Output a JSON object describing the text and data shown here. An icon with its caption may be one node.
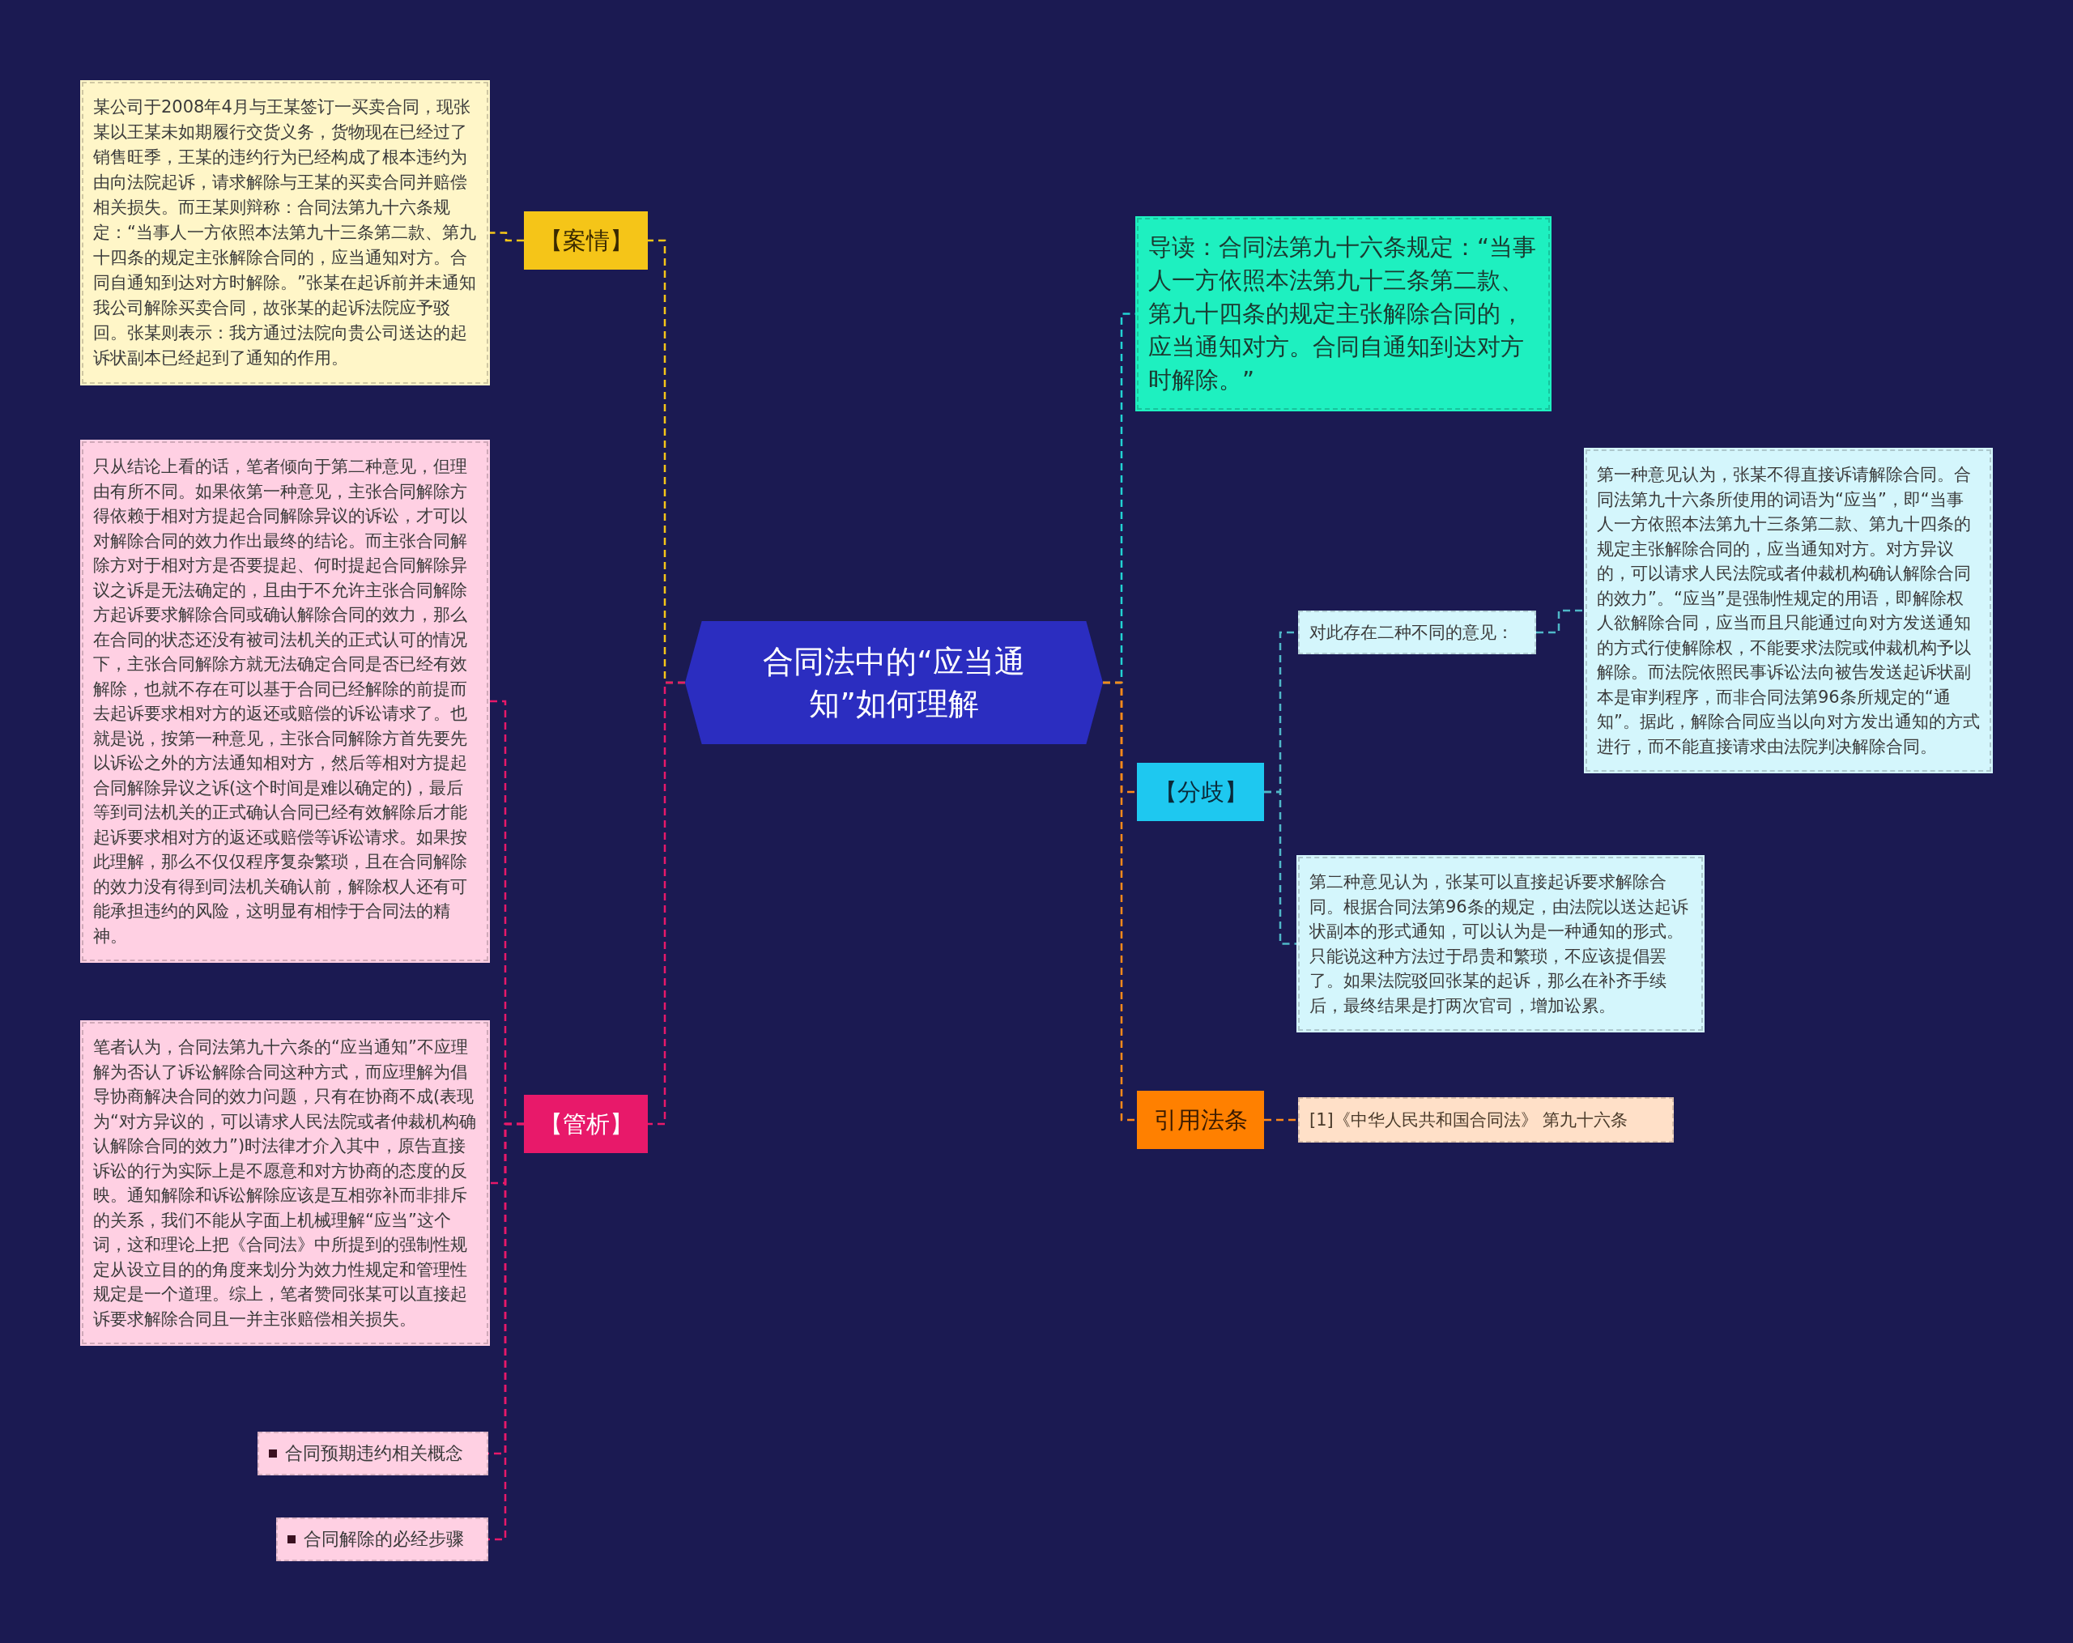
{
  "diagram": {
    "nodes": [
      {
        "text": [
          "合同法中的“应当通知”如何理解"
        ]
      },
      {
        "text": [
          "【案情】"
        ]
      },
      {
        "text": [
          "某公司于2008年4月与王某签订一买卖合同，现张某以王某未如期履行交货义务，货物现在已经过了销售旺季，王某的违约行为已经构成了根本违约为由向法院起诉，请求解除与王某的买卖合同并赔偿相关损失。而王某则辩称：合同法第九十六条规定：“当事人一方依照本法第九十三条第二款、第九十四条的规定主张解除合同的，应当通知对方。合同自通知到达对方时解除。”张某在起诉前并未通知我公司解除买卖合同，故张某的起诉法院应予驳回。张某则表示：我方通过法院向贵公司送达的起诉状副本已经起到了通知的作用。"
        ]
      },
      {
        "text": [
          "【管析】"
        ]
      },
      {
        "text": [
          "只从结论上看的话，笔者倾向于第二种意见，但理由有所不同。如果依第一种意见，主张合同解除方得依赖于相对方提起合同解除异议的诉讼，才可以对解除合同的效力作出最终的结论。而主张合同解除方对于相对方是否要提起、何时提起合同解除异议之诉是无法确定的，且由于不允许主张合同解除方起诉要求解除合同或确认解除合同的效力，那么在合同的状态还没有被司法机关的正式认可的情况下，主张合同解除方就无法确定合同是否已经有效解除，也就不存在可以基于合同已经解除的前提而去起诉要求相对方的返还或赔偿的诉讼请求了。也就是说，按第一种意见，主张合同解除方首先要先以诉讼之外的方法通知相对方，然后等相对方提起合同解除异议之诉(这个时间是难以确定的)，最后等到司法机关的正式确认合同已经有效解除后才能起诉要求相对方的返还或赔偿等诉讼请求。如果按此理解，那么不仅仅程序复杂繁琐，且在合同解除的效力没有得到司法机关确认前，解除权人还有可能承担违约的风险，这明显有相悖于合同法的精神。"
        ]
      },
      {
        "text": [
          "笔者认为，合同法第九十六条的“应当通知”不应理解为否认了诉讼解除合同这种方式，而应理解为倡导协商解决合同的效力问题，只有在协商不成(表现为“对方异议的，可以请求人民法院或者仲裁机构确认解除合同的效力”)时法律才介入其中，原告直接诉讼的行为实际上是不愿意和对方协商的态度的反映。通知解除和诉讼解除应该是互相弥补而非排斥的关系，我们不能从字面上机械理解“应当”这个词，这和理论上把《合同法》中所提到的强制性规定从设立目的的角度来划分为效力性规定和管理性规定是一个道理。综上，笔者赞同张某可以直接起诉要求解除合同且一并主张赔偿相关损失。"
        ]
      },
      {
        "text": [
          "合同预期违约相关概念"
        ]
      },
      {
        "text": [
          "合同解除的必经步骤"
        ]
      },
      {
        "text": [
          "导读：合同法第九十六条规定：“当事人一方依照本法第九十三条第二款、第九十四条的规定主张解除合同的，应当通知对方。合同自通知到达对方时解除。”"
        ]
      },
      {
        "text": [
          "【分歧】"
        ]
      },
      {
        "text": [
          "对此存在二种不同的意见："
        ]
      },
      {
        "text": [
          "第一种意见认为，张某不得直接诉请解除合同。合同法第九十六条所使用的词语为“应当”，即“当事人一方依照本法第九十三条第二款、第九十四条的规定主张解除合同的，应当通知对方。对方异议的，可以请求人民法院或者仲裁机构确认解除合同的效力”。“应当”是强制性规定的用语，即解除权人欲解除合同，应当而且只能通过向对方发送通知的方式行使解除权，不能要求法院或仲裁机构予以解除。而法院依照民事诉讼法向被告发送起诉状副本是审判程序，而非合同法第96条所规定的“通知”。据此，解除合同应当以向对方发出通知的方式进行，而不能直接请求由法院判决解除合同。"
        ]
      },
      {
        "text": [
          "第二种意见认为，张某可以直接起诉要求解除合同。根据合同法第96条的规定，由法院以送达起诉状副本的形式通知，可以认为是一种通知的形式。只能说这种方法过于昂贵和繁琐，不应该提倡罢了。如果法院驳回张某的起诉，那么在补齐手续后，最终结果是打两次官司，增加讼累。"
        ]
      },
      {
        "text": [
          "引用法条"
        ]
      },
      {
        "text": [
          "[1]《中华人民共和国合同法》 第九十六条"
        ]
      }
    ],
    "edges": [
      {
        "from": 0,
        "to": 1,
        "arrow": "none",
        "style": "dashed",
        "color": "#f5c518"
      },
      {
        "from": 1,
        "to": 2,
        "arrow": "none",
        "style": "dashed",
        "color": "#f5c518"
      },
      {
        "from": 0,
        "to": 3,
        "arrow": "none",
        "style": "dashed",
        "color": "#e8196a"
      },
      {
        "from": 3,
        "to": 4,
        "arrow": "none",
        "style": "dashed",
        "color": "#e8196a"
      },
      {
        "from": 3,
        "to": 5,
        "arrow": "none",
        "style": "dashed",
        "color": "#e8196a"
      },
      {
        "from": 3,
        "to": 6,
        "arrow": "none",
        "style": "dashed",
        "color": "#e8196a"
      },
      {
        "from": 3,
        "to": 7,
        "arrow": "none",
        "style": "dashed",
        "color": "#e8196a"
      },
      {
        "from": 0,
        "to": 8,
        "arrow": "none",
        "style": "dashed",
        "color": "#22d3d3"
      },
      {
        "from": 0,
        "to": 9,
        "arrow": "none",
        "style": "dashed",
        "color": "#ff8a1a"
      },
      {
        "from": 9,
        "to": 10,
        "arrow": "none",
        "style": "dashed",
        "color": "#4fb8c8"
      },
      {
        "from": 10,
        "to": 11,
        "arrow": "none",
        "style": "dashed",
        "color": "#4fb8c8"
      },
      {
        "from": 9,
        "to": 12,
        "arrow": "none",
        "style": "dashed",
        "color": "#4fb8c8"
      },
      {
        "from": 0,
        "to": 13,
        "arrow": "none",
        "style": "dashed",
        "color": "#ff8a1a"
      },
      {
        "from": 13,
        "to": 14,
        "arrow": "none",
        "style": "dashed",
        "color": "#ff8a1a"
      }
    ]
  }
}
